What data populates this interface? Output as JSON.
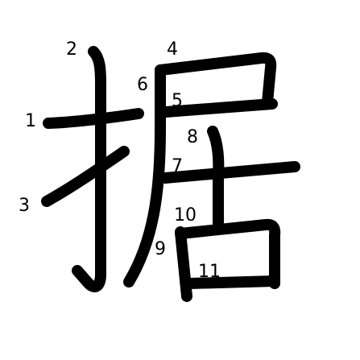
{
  "diagram": {
    "character": "据",
    "stroke_color": "#000000",
    "background_color": "#ffffff",
    "stroke_numbers": [
      "1",
      "2",
      "3",
      "4",
      "5",
      "6",
      "7",
      "8",
      "9",
      "10",
      "11"
    ]
  }
}
